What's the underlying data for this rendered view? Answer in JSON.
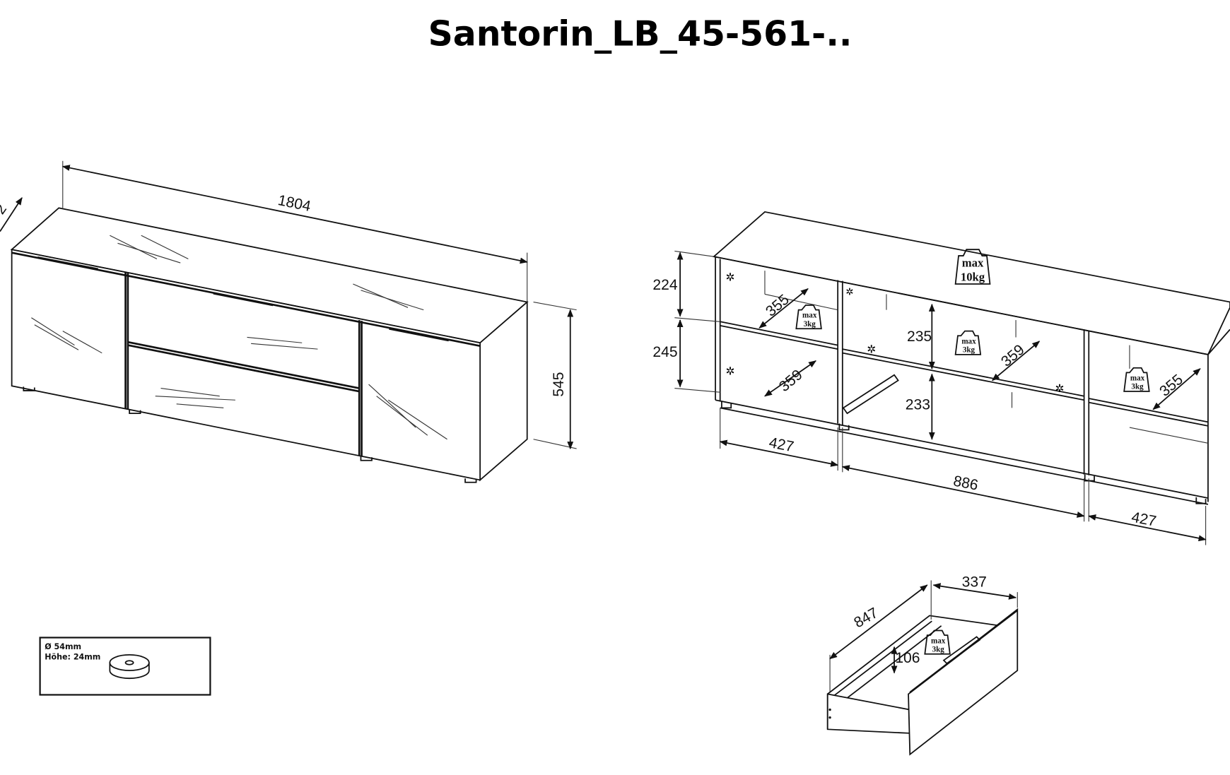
{
  "title": "Santorin_LB_45-561-..",
  "front_view": {
    "width_label": "1804",
    "height_label": "545",
    "depth_label_partial": "2"
  },
  "interior_view": {
    "top_load": {
      "line1": "max",
      "line2": "10kg"
    },
    "shelf_load": {
      "line1": "max",
      "line2": "3kg"
    },
    "dims": {
      "left_upper_height": "224",
      "left_lower_height": "245",
      "left_upper_depth": "355",
      "left_lower_depth": "359",
      "center_upper_height": "235",
      "center_lower_height": "233",
      "center_depth": "359",
      "right_depth": "355",
      "left_width": "427",
      "center_width": "886",
      "right_width": "427"
    }
  },
  "drawer_view": {
    "length": "847",
    "width": "337",
    "height": "106",
    "load": {
      "line1": "max",
      "line2": "3kg"
    }
  },
  "foot_info": {
    "diameter": "Ø 54mm",
    "height": "Höhe: 24mm"
  }
}
